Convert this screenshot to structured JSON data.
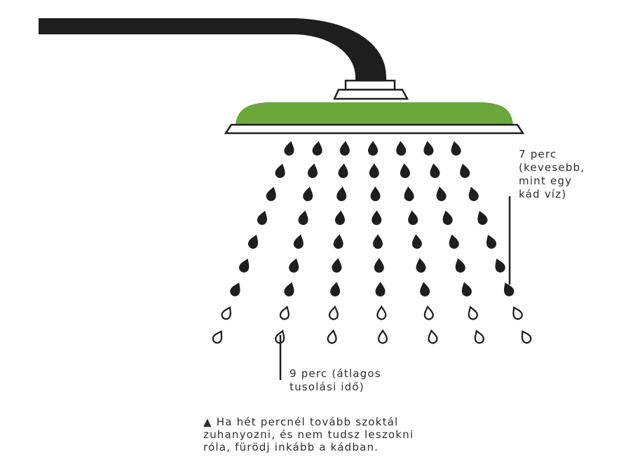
{
  "colors": {
    "head_green": "#6aa83c",
    "ink": "#1e1e1e",
    "text": "#2e2e2e"
  },
  "icons": [
    "shower-head-icon",
    "water-drop-icon",
    "triangle-bullet-icon"
  ],
  "drops": {
    "rows_filled": 7,
    "rows_outline": 2,
    "columns": 7
  },
  "label_7min": {
    "lines": [
      "7 perc",
      "(kevesebb,",
      "mint egy",
      "kád víz)"
    ]
  },
  "label_9min": {
    "lines": [
      "9 perc (átlagos",
      "tusolási idő)"
    ]
  },
  "note": {
    "bullet": "▲",
    "lines": [
      " Ha hét percnél tovább szoktál",
      "zuhanyozni, és nem tudsz leszokni",
      "róla, fürödj inkább a kádban."
    ]
  }
}
